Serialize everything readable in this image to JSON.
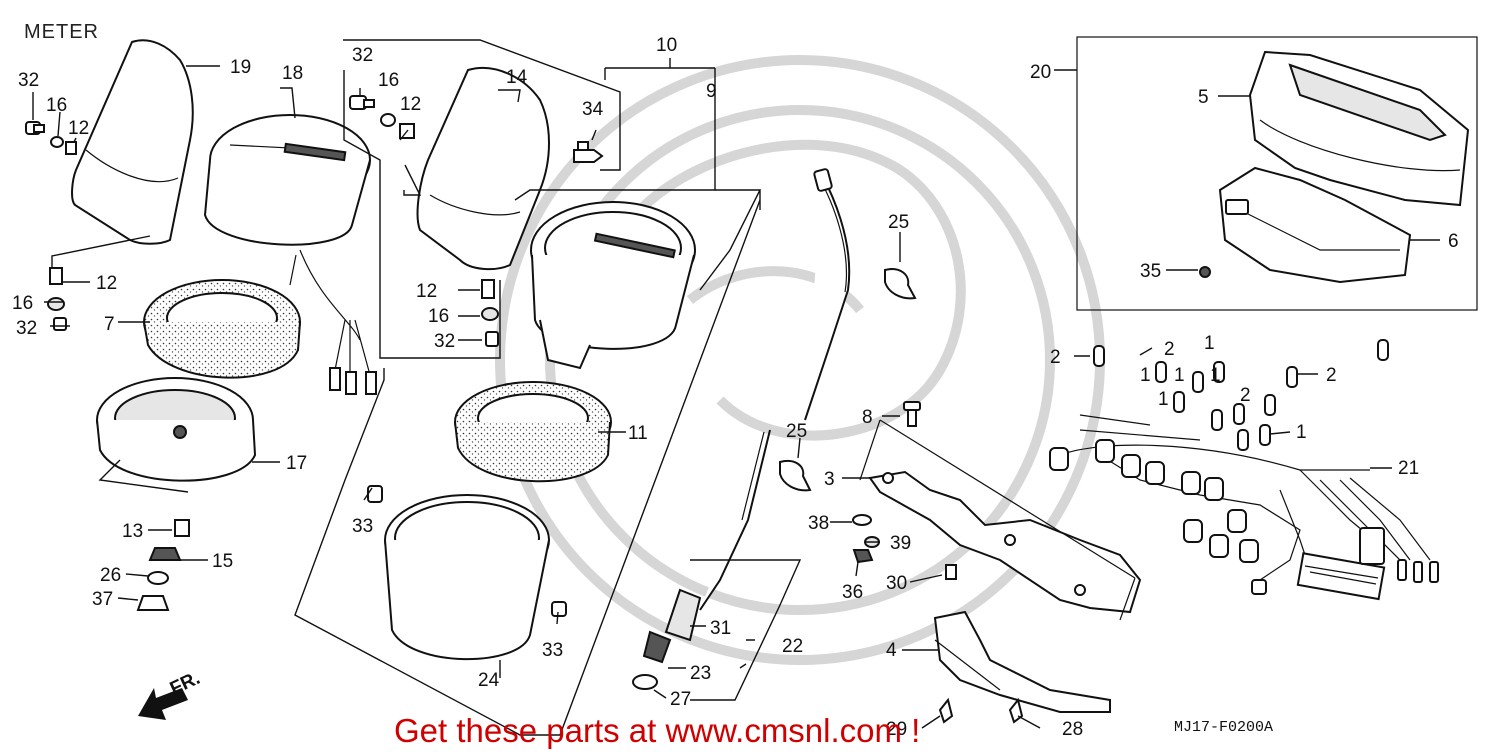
{
  "title": "METER",
  "diagram_code": "MJ17-F0200A",
  "promo_text": "Get these parts at www.cmsnl.com !",
  "fr_label": "FR.",
  "callouts": {
    "c19": "19",
    "c18": "18",
    "c32a": "32",
    "c16a": "16",
    "c12a": "12",
    "c12b": "12",
    "c16b": "16",
    "c32b": "32",
    "c7": "7",
    "c17": "17",
    "c13": "13",
    "c15": "15",
    "c26": "26",
    "c37": "37",
    "c32c": "32",
    "c16c": "16",
    "c12c": "12",
    "c14": "14",
    "c34": "34",
    "c10": "10",
    "c9": "9",
    "c12d": "12",
    "c16d": "16",
    "c32d": "32",
    "c11": "11",
    "c33a": "33",
    "c33b": "33",
    "c24": "24",
    "c25a": "25",
    "c25b": "25",
    "c31": "31",
    "c22": "22",
    "c23": "23",
    "c27": "27",
    "c8": "8",
    "c3": "3",
    "c38": "38",
    "c39": "39",
    "c36": "36",
    "c30": "30",
    "c4": "4",
    "c29": "29",
    "c28": "28",
    "c20": "20",
    "c5": "5",
    "c6": "6",
    "c35": "35",
    "c2a": "2",
    "c2b": "2",
    "c1a": "1",
    "c1b": "1",
    "c1c": "1",
    "c1d": "1",
    "c1e": "1",
    "c2c": "2",
    "c2d": "2",
    "c1f": "1",
    "c21": "21"
  }
}
